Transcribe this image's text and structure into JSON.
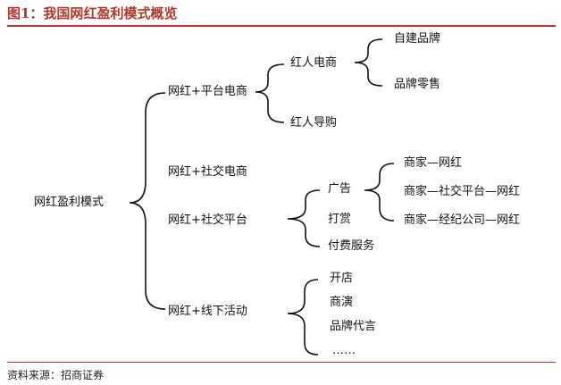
{
  "figure": {
    "title": "图1：我国网红盈利模式概览",
    "source": "资料来源：招商证券"
  },
  "diagram": {
    "root": "网红盈利模式",
    "branches": {
      "platform_ecommerce": {
        "label": "网红+平台电商",
        "children": {
          "red_ecommerce": "红人电商",
          "red_guide": "红人导购",
          "own_brand": "自建品牌",
          "brand_retail": "品牌零售"
        }
      },
      "social_ecommerce": {
        "label": "网红+社交电商"
      },
      "social_platform": {
        "label": "网红+社交平台",
        "children": {
          "ads": "广告",
          "tips": "打赏",
          "paid_service": "付费服务",
          "ad_chain_1": "商家—网红",
          "ad_chain_2": "商家—社交平台—网红",
          "ad_chain_3": "商家—经纪公司—网红"
        }
      },
      "offline": {
        "label": "网红+线下活动",
        "children": {
          "open_store": "开店",
          "performance": "商演",
          "endorsement": "品牌代言",
          "more": "……"
        }
      }
    }
  }
}
